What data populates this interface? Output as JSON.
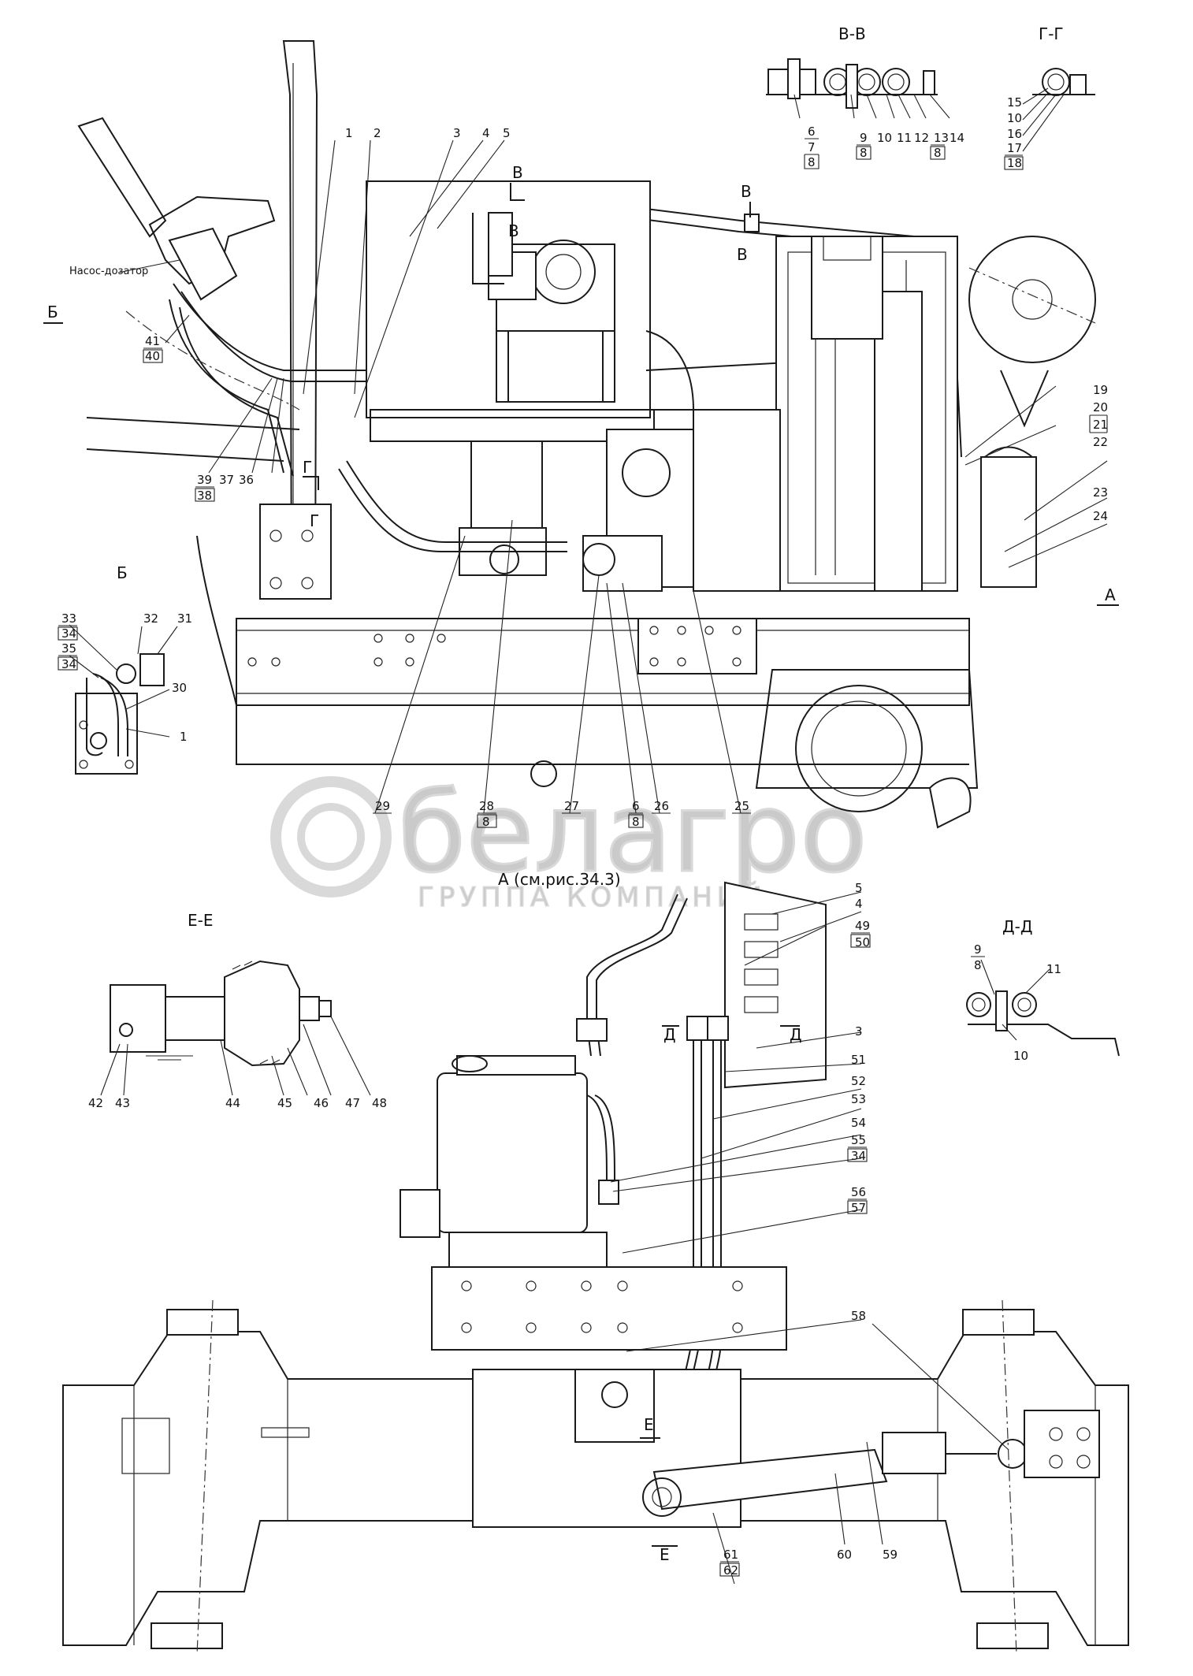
{
  "labels": {
    "pump_caption": "Насос-дозатор",
    "view_a_ref": "А (см.рис.34.3)",
    "watermark_brand": "белагро",
    "watermark_sub": "ГРУППА КОМПАНИЙ"
  },
  "section_titles": {
    "b_b": "В-В",
    "g_g": "Г-Г",
    "b_view": "Б",
    "e_e": "Е-Е",
    "d_d": "Д-Д"
  },
  "section_marks": {
    "b_left": "Б",
    "a_right": "А",
    "v1": "В",
    "v2": "В",
    "v3": "В",
    "v4": "В",
    "g1": "Г",
    "g2": "Г",
    "d_left": "Д",
    "d_right": "Д",
    "e_top": "Е",
    "e_bottom": "Е"
  },
  "callouts": {
    "c1": "1",
    "c2": "2",
    "c3": "3",
    "c4": "4",
    "c5": "5",
    "c19": "19",
    "c20": "20",
    "c21": "21",
    "c22": "22",
    "c23": "23",
    "c24": "24",
    "c41": "41",
    "c40": "40",
    "c39": "39",
    "c38": "38",
    "c37": "37",
    "c36": "36",
    "c29": "29",
    "c28": "28",
    "c28b": "8",
    "c27": "27",
    "c6": "6",
    "c6b": "8",
    "c26": "26",
    "c25": "25",
    "bb6": "6",
    "bb7": "7",
    "bb8": "8",
    "bb9": "9",
    "bb9b": "8",
    "bb10": "10",
    "bb11": "11",
    "bb12": "12",
    "bb13": "13",
    "bb13b": "8",
    "bb14": "14",
    "gg15": "15",
    "gg10": "10",
    "gg16": "16",
    "gg17": "17",
    "gg18": "18",
    "b33": "33",
    "b34": "34",
    "b35": "35",
    "b34b": "34",
    "b32": "32",
    "b31": "31",
    "b30": "30",
    "b1": "1",
    "e42": "42",
    "e43": "43",
    "e44": "44",
    "e45": "45",
    "e46": "46",
    "e47": "47",
    "e48": "48",
    "a5": "5",
    "a4": "4",
    "a49": "49",
    "a50": "50",
    "a3": "3",
    "a51": "51",
    "a52": "52",
    "a53": "53",
    "a54": "54",
    "a55": "55",
    "a34": "34",
    "a56": "56",
    "a57": "57",
    "d9": "9",
    "d8": "8",
    "d11": "11",
    "d10": "10",
    "a58": "58",
    "a59": "59",
    "a60": "60",
    "a61": "61",
    "a62": "62"
  }
}
